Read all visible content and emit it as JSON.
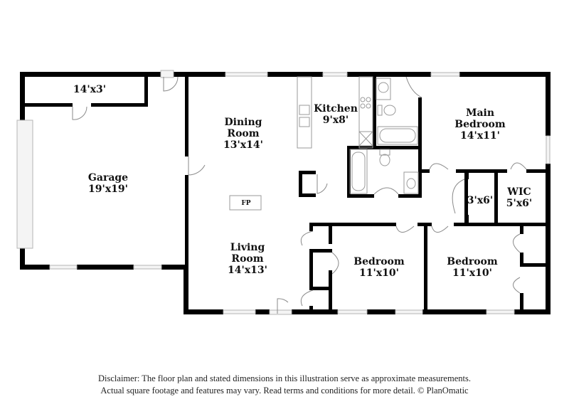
{
  "floor_plan": {
    "colors": {
      "wall": "#000000",
      "fixture": "#9a9a9a",
      "window": "#c8c8c8",
      "background": "#ffffff"
    },
    "rooms": [
      {
        "id": "storage",
        "name": "",
        "dimensions": "14'x3'"
      },
      {
        "id": "garage",
        "name": "Garage",
        "dimensions": "19'x19'"
      },
      {
        "id": "dining",
        "name": "Dining Room",
        "name_line1": "Dining",
        "name_line2": "Room",
        "dimensions": "13'x14'"
      },
      {
        "id": "kitchen",
        "name": "Kitchen",
        "dimensions": "9'x8'"
      },
      {
        "id": "main-bedroom",
        "name": "Main Bedroom",
        "name_line1": "Main",
        "name_line2": "Bedroom",
        "dimensions": "14'x11'"
      },
      {
        "id": "closet",
        "name": "",
        "dimensions": "3'x6'"
      },
      {
        "id": "wic",
        "name": "WIC",
        "dimensions": "5'x6'"
      },
      {
        "id": "living",
        "name": "Living Room",
        "name_line1": "Living",
        "name_line2": "Room",
        "dimensions": "14'x13'"
      },
      {
        "id": "bedroom-2",
        "name": "Bedroom",
        "dimensions": "11'x10'"
      },
      {
        "id": "bedroom-3",
        "name": "Bedroom",
        "dimensions": "11'x10'"
      }
    ],
    "fixtures": {
      "fireplace": "FP"
    }
  },
  "disclaimer": {
    "line1": "Disclaimer: The floor plan and stated dimensions in this illustration serve as approximate measurements.",
    "line2": "Actual square footage and features may vary. Read terms and conditions for more detail. © PlanOmatic"
  }
}
